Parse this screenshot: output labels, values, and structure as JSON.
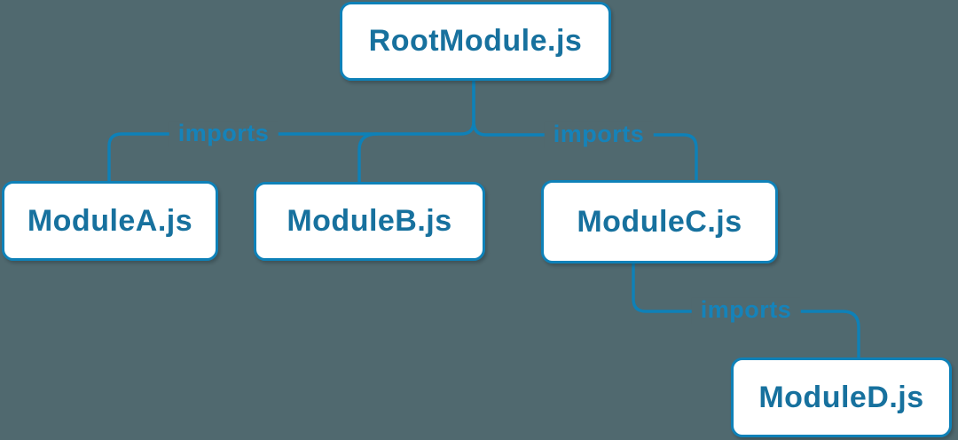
{
  "diagram": {
    "type": "module-import-tree",
    "colors": {
      "background": "#50696f",
      "edge": "#0e81b8",
      "node_border": "#0e81b8",
      "node_background": "#ffffff",
      "node_text": "#17719e",
      "edge_label_text": "#1583ba"
    },
    "nodes": {
      "root": {
        "label": "RootModule.js"
      },
      "moduleA": {
        "label": "ModuleA.js"
      },
      "moduleB": {
        "label": "ModuleB.js"
      },
      "moduleC": {
        "label": "ModuleC.js"
      },
      "moduleD": {
        "label": "ModuleD.js"
      }
    },
    "edges": [
      {
        "from": "RootModule.js",
        "to": "ModuleA.js",
        "label": "imports"
      },
      {
        "from": "RootModule.js",
        "to": "ModuleB.js",
        "label": ""
      },
      {
        "from": "RootModule.js",
        "to": "ModuleC.js",
        "label": "imports"
      },
      {
        "from": "ModuleC.js",
        "to": "ModuleD.js",
        "label": "imports"
      }
    ]
  }
}
